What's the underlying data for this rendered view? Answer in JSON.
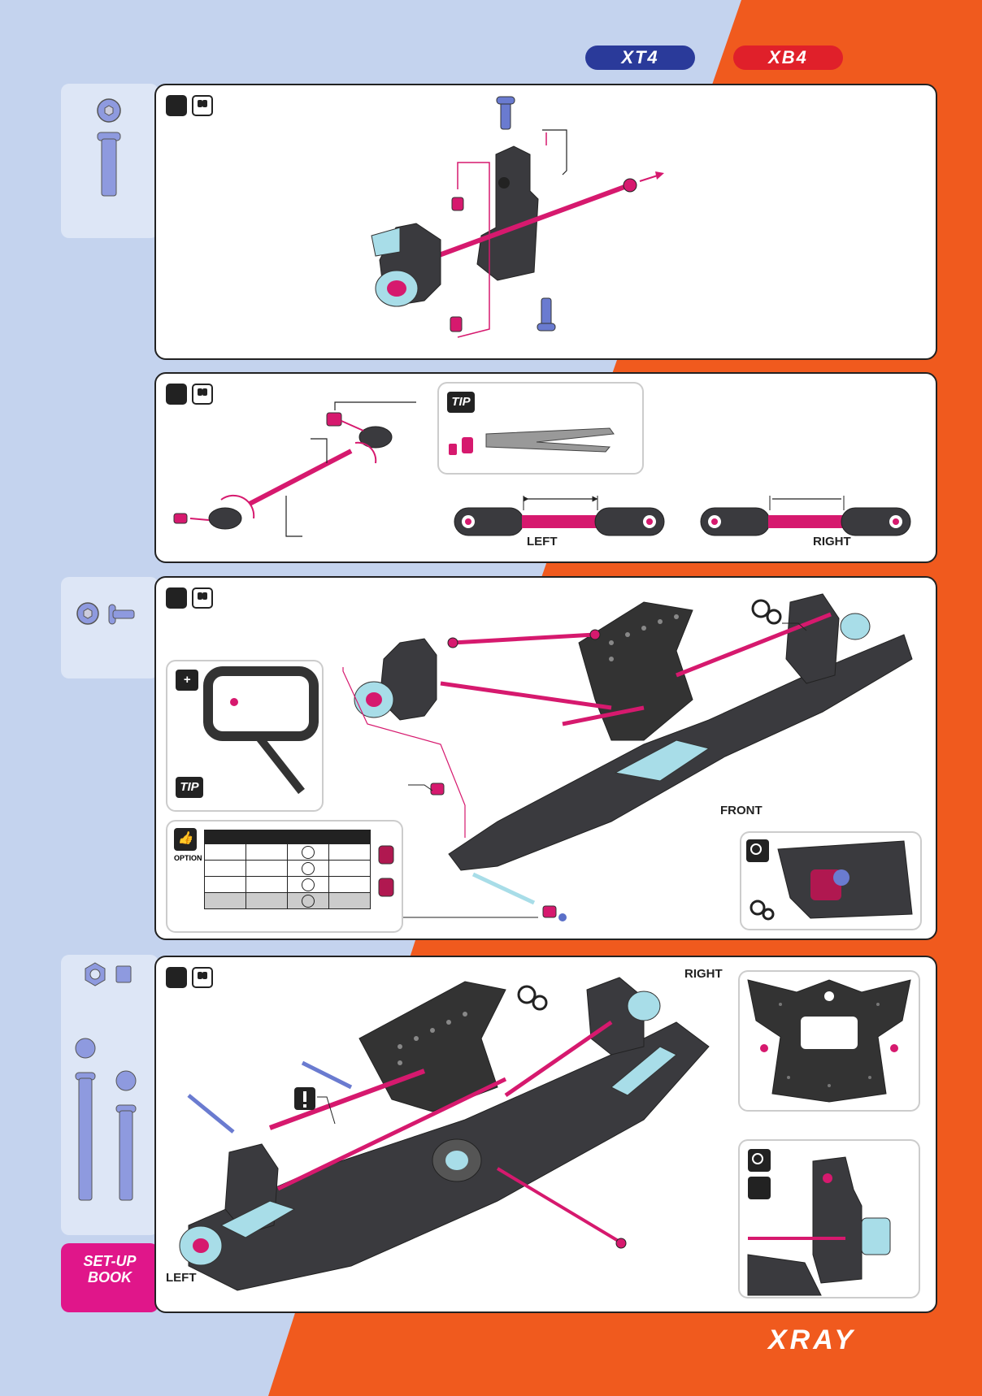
{
  "header": {
    "logo_left": "XT4",
    "logo_right": "XB4"
  },
  "step2": {
    "left_label": "LEFT",
    "right_label": "RIGHT",
    "tip_label": "TIP"
  },
  "step3": {
    "tip_label": "TIP",
    "option_label": "OPTION",
    "front_label": "FRONT"
  },
  "step4": {
    "right_label": "RIGHT",
    "left_label": "LEFT"
  },
  "setup_book": {
    "line1": "SET-UP",
    "line2": "BOOK"
  },
  "footer": {
    "brand": "XRAY"
  },
  "colors": {
    "orange": "#f05a1e",
    "light_blue": "#c4d3ee",
    "pink": "#d6196e",
    "dark_part": "#3a3a3e",
    "blue_part": "#5a6fc8",
    "cyan_part": "#a8dde8"
  }
}
